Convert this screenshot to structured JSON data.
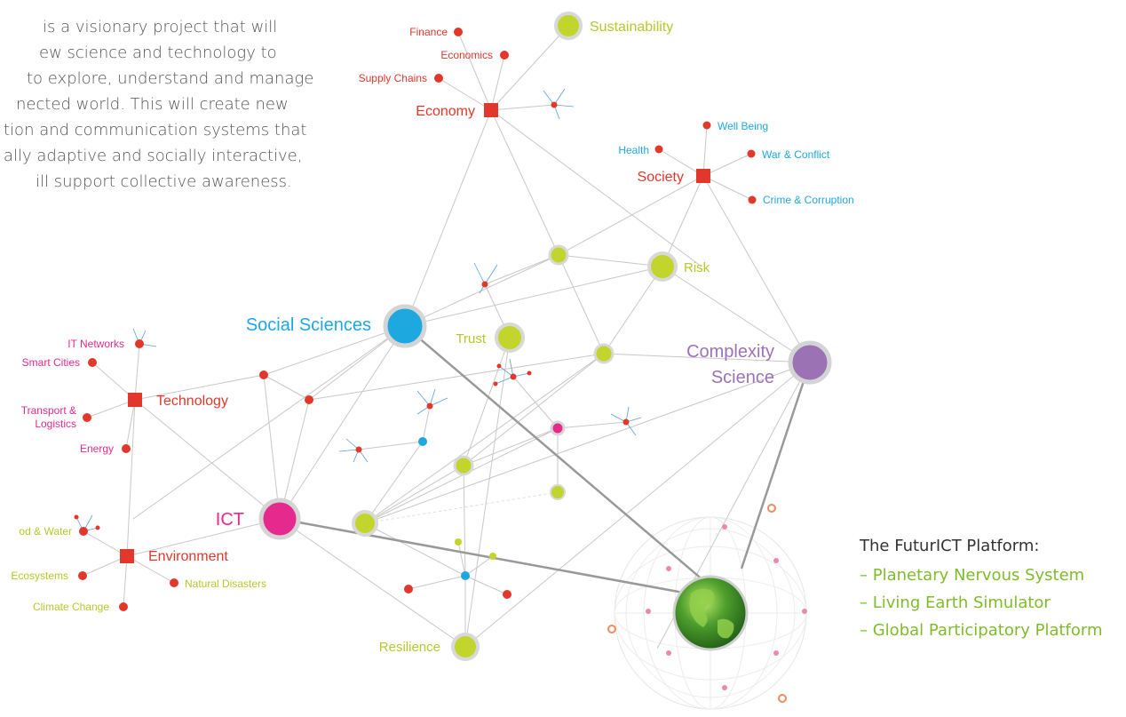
{
  "intro_lines": [
    "is a visionary project that will",
    "ew science and technology to",
    "to explore, understand and manage",
    "nected world. This will create new",
    "tion and communication systems that",
    "ally adaptive and socially interactive,",
    "ill support collective awareness."
  ],
  "platform": {
    "title": "The FuturICT Platform:",
    "items": [
      "Planetary Nervous System",
      "Living Earth Simulator",
      "Global Participatory Platform"
    ]
  },
  "colors": {
    "red": "#e2382b",
    "blue": "#1ea8e0",
    "pink": "#e6298c",
    "purple": "#9b73b5",
    "lime": "#c2d52c",
    "green_text": "#7fbc2c",
    "edge": "#c8c8c8"
  },
  "labels": {
    "finance": "Finance",
    "economics": "Economics",
    "supply_chains": "Supply Chains",
    "economy": "Economy",
    "sustainability": "Sustainability",
    "well_being": "Well Being",
    "health": "Health",
    "war_conflict": "War & Conflict",
    "society": "Society",
    "crime": "Crime & Corruption",
    "risk": "Risk",
    "social_sciences": "Social Sciences",
    "trust": "Trust",
    "complexity": "Complexity",
    "science": "Science",
    "it_networks": "IT Networks",
    "smart_cities": "Smart Cities",
    "technology": "Technology",
    "transport": "Transport &",
    "logistics": "Logistics",
    "energy": "Energy",
    "ict": "ICT",
    "food_water": "od & Water",
    "environment": "Environment",
    "ecosystems": "Ecosystems",
    "natural_disasters": "Natural Disasters",
    "climate_change": "Climate Change",
    "resilience": "Resilience"
  }
}
